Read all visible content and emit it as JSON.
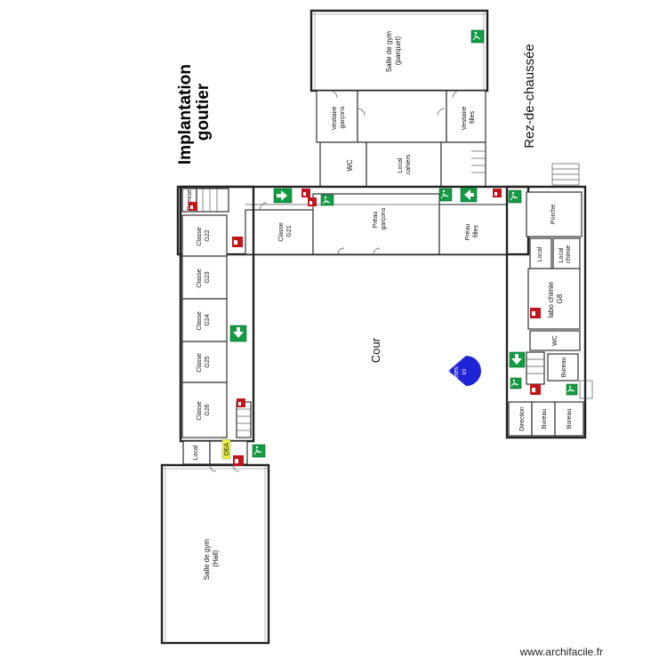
{
  "title": {
    "line1": "Implantation",
    "line2": "goutier"
  },
  "floor_label": "Rez-de-chaussée",
  "courtyard_label": "Cour",
  "you_are_here": {
    "line1": "Vous",
    "line2": "êtes",
    "line3": "ici"
  },
  "dea_label": "DEA",
  "watermark": "www.archifacile.fr",
  "rooms": {
    "gym_parquet": {
      "line1": "Salle de gym",
      "line2": "(parquet)"
    },
    "vestiaire_garcons": {
      "line1": "Vestiaire",
      "line2": "garçons"
    },
    "vestiaire_filles": {
      "line1": "Vestiaire",
      "line2": "filles"
    },
    "wc_north": "WC",
    "local_cahiers": {
      "line1": "Local",
      "line2": "cahiers"
    },
    "preau_garcons": {
      "line1": "Préau",
      "line2": "garçons"
    },
    "preau_filles": {
      "line1": "Préau",
      "line2": "filles"
    },
    "porche": "Porche",
    "local_small": "Local",
    "local_chimie": {
      "line1": "Local",
      "line2": "chimie"
    },
    "labo_chimie": {
      "line1": "labo chimie",
      "line2": "G8"
    },
    "wc_east": "WC",
    "bureau_1": "Bureau",
    "direction": "Direction",
    "bureau_2": "Bureau",
    "bureau_3": "Bureau",
    "remise": "Remise",
    "classe_g21": {
      "line1": "Classe",
      "line2": "G21"
    },
    "classe_g22": {
      "line1": "Classe",
      "line2": "G22"
    },
    "classe_g23": {
      "line1": "Classe",
      "line2": "G23"
    },
    "classe_g24": {
      "line1": "Classe",
      "line2": "G24"
    },
    "classe_g25": {
      "line1": "Classe",
      "line2": "G25"
    },
    "classe_g26": {
      "line1": "Classe",
      "line2": "G26"
    },
    "local_west": "Local",
    "gym_hall": {
      "line1": "Salle de gym",
      "line2": "(Hall)"
    }
  },
  "colors": {
    "exit_green": "#139a43",
    "extinguisher_red": "#c0151b",
    "marker_blue": "#1f25d6",
    "dea_yellow": "#e9f03a"
  },
  "icons": [
    "emergency-exit-icon",
    "exit-arrow-icon",
    "fire-extinguisher-icon",
    "location-marker-icon"
  ]
}
